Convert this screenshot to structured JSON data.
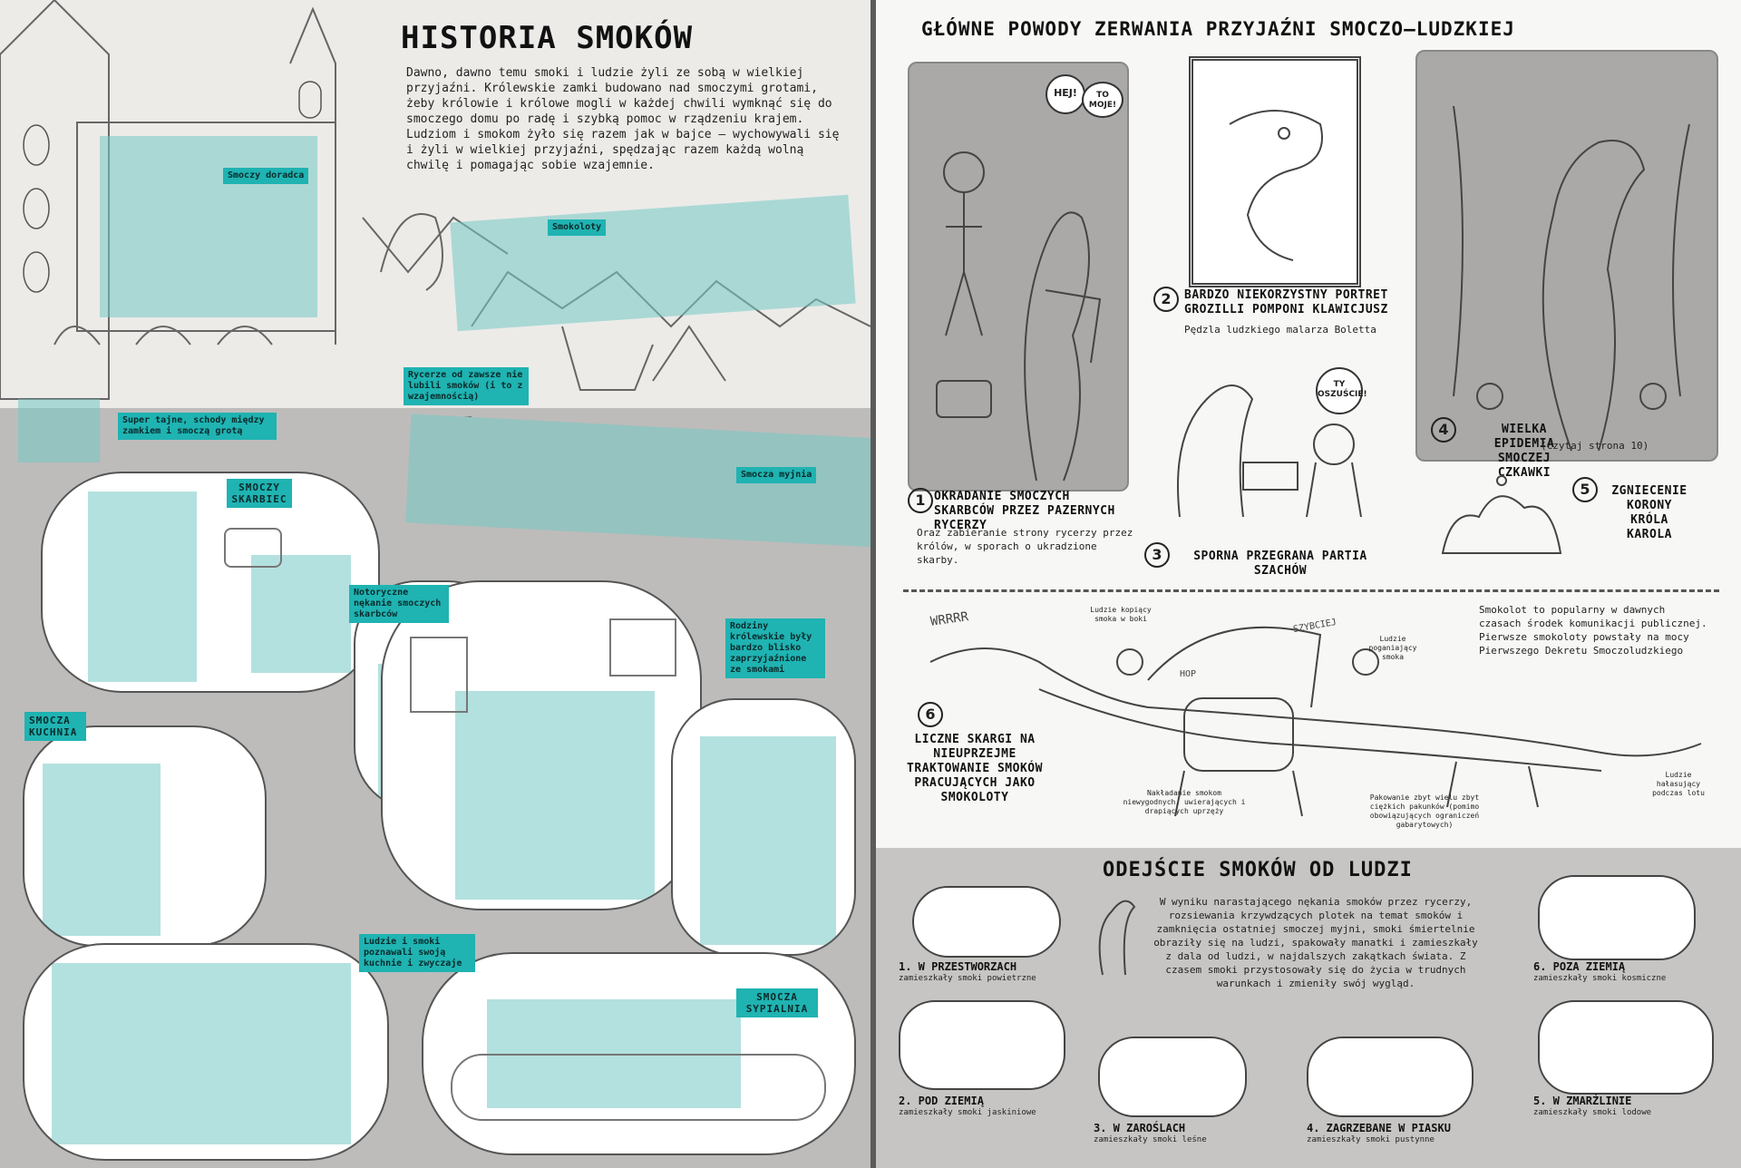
{
  "left": {
    "title": "HISTORIA SMOKÓW",
    "intro": "Dawno, dawno temu smoki i ludzie żyli ze sobą w wielkiej przyjaźni. Królewskie zamki budowano nad smoczymi grotami, żeby królowie i królowe mogli w każdej chwili wymknąć się do smoczego domu po radę i szybką pomoc w rządzeniu krajem. Ludziom i smokom żyło się razem jak w bajce – wychowywali się i żyli w wielkiej przyjaźni, spędzając razem każdą wolną chwilę i pomagając sobie wzajemnie.",
    "tags": {
      "smoczy_doradca": "Smoczy doradca",
      "smokoloty": "Smokoloty",
      "rycerze": "Rycerze od zawsze nie lubili smoków (i to z wzajemnością)",
      "super_tajne": "Super tajne, schody między zamkiem i smoczą grotą",
      "smoczy_skarbiec": "SMOCZY SKARBIEC",
      "smocza_myjnia": "Smocza myjnia",
      "notoryczne": "Notoryczne nękanie smoczych skarbców",
      "rodziny": "Rodziny królewskie były bardzo blisko zaprzyjaźnione ze smokami",
      "smocza_kuchnia": "SMOCZA KUCHNIA",
      "ludzie_i_smoki": "Ludzie i smoki poznawali swoją kuchnie i zwyczaje",
      "smocza_sypialnia": "SMOCZA SYPIALNIA"
    }
  },
  "right": {
    "title": "GŁÓWNE POWODY ZERWANIA PRZYJAŹNI SMOCZO–LUDZKIEJ",
    "bubbles": {
      "he": "HEJ!",
      "to_moje": "TO MOJE!",
      "oszuscie": "TY OSZUŚCIE!"
    },
    "reasons": [
      {
        "num": "1",
        "title": "OKRADANIE SMOCZYCH SKARBCÓW PRZEZ PAZERNYCH RYCERZY",
        "sub": "Oraz zabieranie strony rycerzy przez królów, w sporach o ukradzione skarby."
      },
      {
        "num": "2",
        "title": "BARDZO NIEKORZYSTNY PORTRET GROZILLI POMPONI KLAWICJUSZ",
        "sub": "Pędzla ludzkiego malarza Boletta"
      },
      {
        "num": "3",
        "title": "SPORNA PRZEGRANA PARTIA SZACHÓW",
        "sub": ""
      },
      {
        "num": "4",
        "title": "WIELKA EPIDEMIA SMOCZEJ CZKAWKI",
        "sub": "(Czytaj strona 10)"
      },
      {
        "num": "5",
        "title": "ZGNIECENIE KORONY KRÓLA KAROLA",
        "sub": ""
      },
      {
        "num": "6",
        "title": "LICZNE SKARGI NA NIEUPRZEJME TRAKTOWANIE SMOKÓW PRACUJĄCYCH JAKO SMOKOLOTY",
        "sub": ""
      }
    ],
    "smokolot": {
      "wrrr": "WRRRR",
      "szybciej": "SZYBCIEJ",
      "hop": "HOP",
      "desc": "Smokolot to popularny w dawnych czasach środek komunikacji publicznej. Pierwsze smokoloty powstały na mocy Pierwszego Dekretu Smoczoludzkiego",
      "labels": {
        "kopiacy": "Ludzie kopiący smoka w boki",
        "poganiajacy": "Ludzie poganiający smoka",
        "halasujacy": "Ludzie hałasujący podczas lotu",
        "nakladanie": "Nakładanie smokom niewygodnych, uwierających i drapiących uprzęży",
        "pakowanie": "Pakowanie zbyt wielu zbyt ciężkich pakunków (pomimo obowiązujących ograniczeń gabarytowych)"
      }
    },
    "odejscie": {
      "title": "ODEJŚCIE SMOKÓW OD LUDZI",
      "text": "W wyniku narastającego nękania smoków przez rycerzy, rozsiewania krzywdzących plotek na temat smoków i zamknięcia ostatniej smoczej myjni, smoki śmiertelnie obraziły się na ludzi, spakowały manatki i zamieszkały z dala od ludzi, w najdalszych zakątkach świata. Z czasem smoki przystosowały się do życia w trudnych warunkach i zmieniły swój wygląd.",
      "habitats": [
        {
          "title": "1. W PRZESTWORZACH",
          "sub": "zamieszkały smoki powietrzne"
        },
        {
          "title": "2. POD ZIEMIĄ",
          "sub": "zamieszkały smoki jaskiniowe"
        },
        {
          "title": "3. W ZAROŚLACH",
          "sub": "zamieszkały smoki leśne"
        },
        {
          "title": "4. ZAGRZEBANE W PIASKU",
          "sub": "zamieszkały smoki pustynne"
        },
        {
          "title": "5. W ZMARŹLINIE",
          "sub": "zamieszkały smoki lodowe"
        },
        {
          "title": "6. POZA ZIEMIĄ",
          "sub": "zamieszkały smoki kosmiczne"
        }
      ]
    }
  },
  "colors": {
    "teal": "#1fb3b2",
    "grey": "#aaa9a8"
  }
}
